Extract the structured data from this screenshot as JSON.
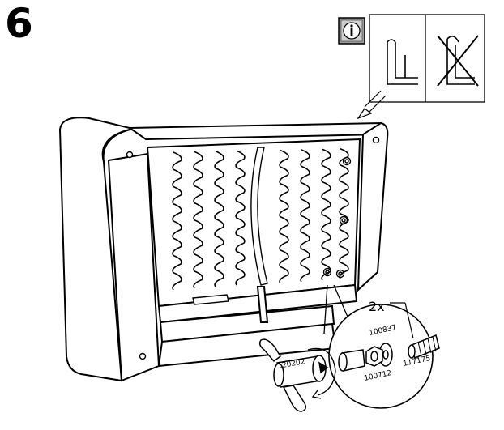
{
  "step": {
    "number": "6"
  },
  "info_panel": {
    "icon": "info-icon"
  },
  "callout": {
    "quantity": "2x",
    "part_numbers": [
      "120202",
      "100837",
      "100712",
      "117175"
    ]
  },
  "colors": {
    "line": "#000000",
    "info_badge": "#9a9a9a",
    "background": "#ffffff"
  }
}
